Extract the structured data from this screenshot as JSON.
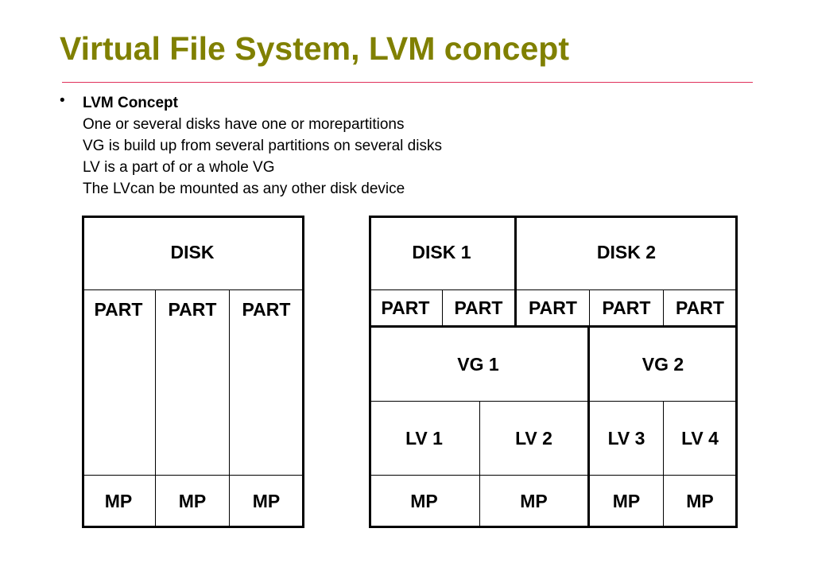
{
  "slide": {
    "title": "Virtual File System, LVM concept",
    "bullet": {
      "heading": "LVM Concept",
      "lines": [
        "One or several disks have one or morepartitions",
        "VG is build up from several partitions on several disks",
        "LV is a part of or a whole VG",
        "The LVcan be mounted as any other disk device"
      ]
    }
  },
  "left_diagram": {
    "disk": "DISK",
    "parts": [
      "PART",
      "PART",
      "PART"
    ],
    "mps": [
      "MP",
      "MP",
      "MP"
    ]
  },
  "right_diagram": {
    "disks": [
      "DISK 1",
      "DISK 2"
    ],
    "parts": [
      "PART",
      "PART",
      "PART",
      "PART",
      "PART"
    ],
    "vgs": [
      "VG 1",
      "VG 2"
    ],
    "lvs": [
      "LV 1",
      "LV 2",
      "LV 3",
      "LV 4"
    ],
    "mps": [
      "MP",
      "MP",
      "MP",
      "MP"
    ]
  }
}
